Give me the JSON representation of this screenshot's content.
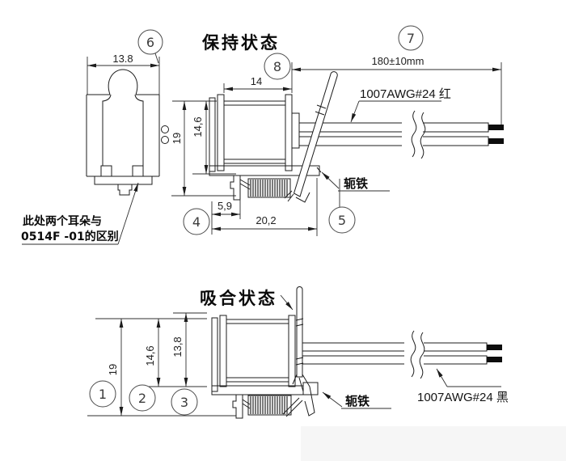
{
  "drawing": {
    "background": "#ffffff",
    "ink_color": "#1c1c1c",
    "tint_color": "#f6f6f6"
  },
  "front_view": {
    "balloon": "6",
    "dim_width": "13.8",
    "note_line1": "此处两个耳朵与",
    "note_line2": "0514F -01的区别"
  },
  "holding_view": {
    "title": "保持状态",
    "balloon_top": "8",
    "balloon_len": "7",
    "balloon_left": "4",
    "balloon_right": "5",
    "dim_top": "14",
    "dim_height": "19",
    "dim_inner": "14,6",
    "dim_offset": "5,9",
    "dim_base": "20,2",
    "dim_wire": "180±10mm",
    "label_wire": "1007AWG#24 红",
    "label_yoke": "轭铁"
  },
  "attracted_view": {
    "title": "吸合状态",
    "balloon_a": "1",
    "balloon_b": "2",
    "balloon_c": "3",
    "dim_height": "19",
    "dim_inner": "14,6",
    "dim_core": "13,8",
    "label_wire": "1007AWG#24 黑",
    "label_yoke": "轭铁"
  }
}
